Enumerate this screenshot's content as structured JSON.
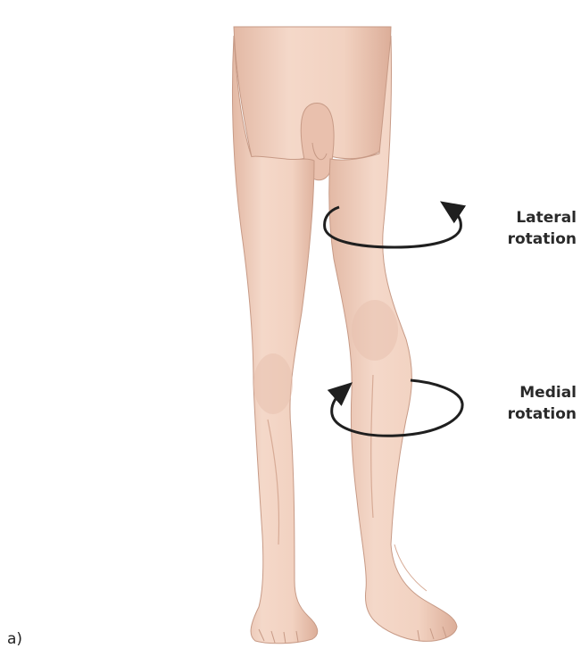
{
  "figure": {
    "panel_label": "a)",
    "annotations": [
      {
        "line1": "Lateral",
        "line2": "rotation"
      },
      {
        "line1": "Medial",
        "line2": "rotation"
      }
    ],
    "colors": {
      "skin": "#f2d3c3",
      "skin_shadow": "#ddb09c",
      "outline": "#c79a86",
      "arrow": "#1f1f1f"
    }
  }
}
